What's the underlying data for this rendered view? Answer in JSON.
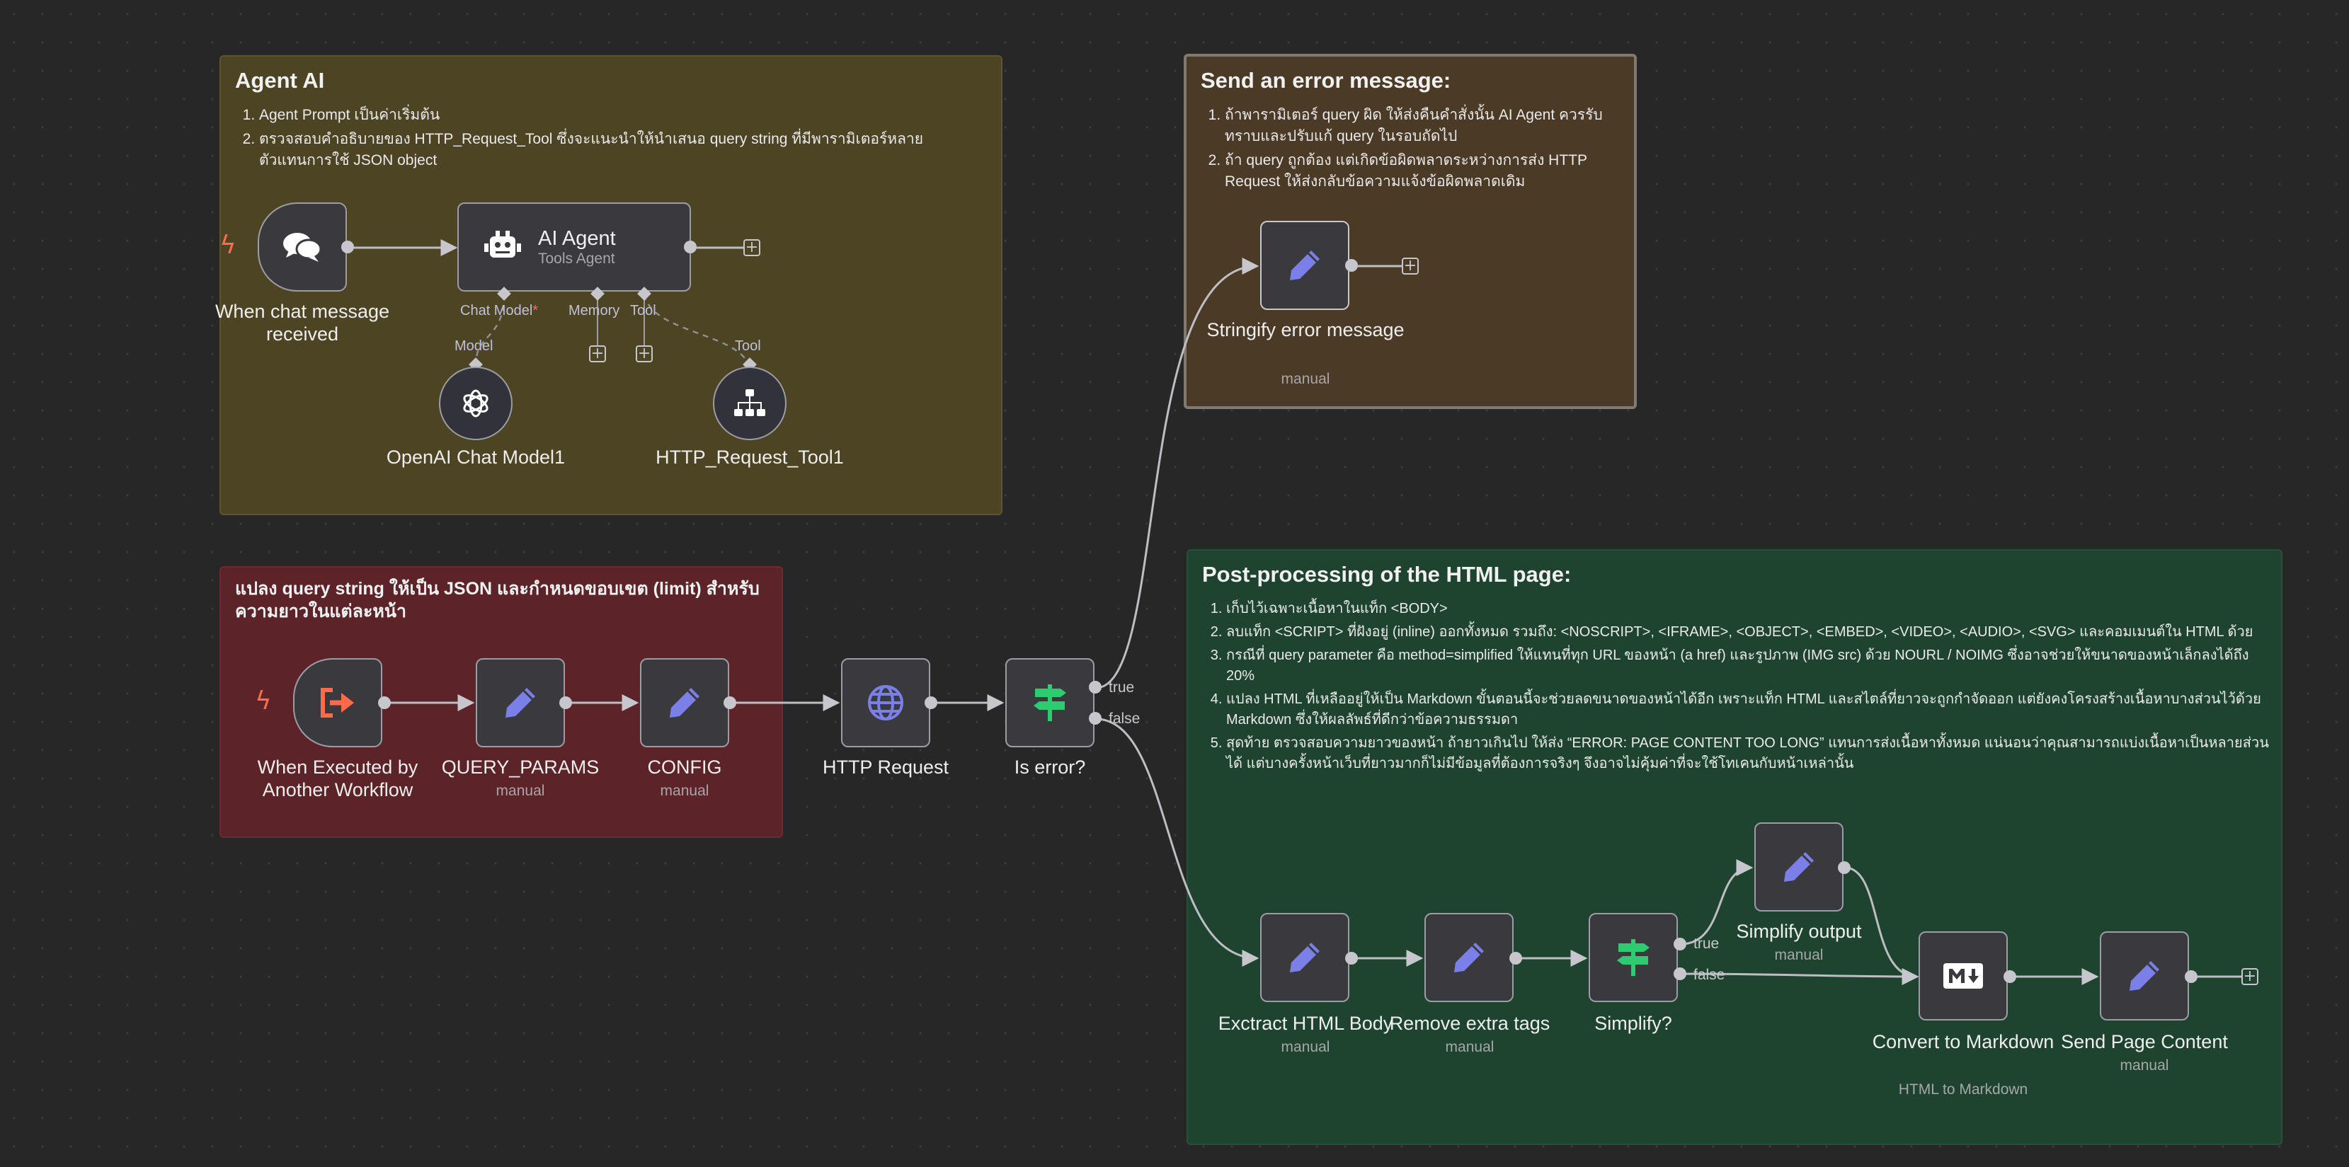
{
  "stickies": {
    "agent": {
      "title": "Agent AI",
      "items": [
        "Agent Prompt เป็นค่าเริ่มต้น",
        "ตรวจสอบคำอธิบายของ HTTP_Request_Tool ซึ่งจะแนะนำให้นำเสนอ query string ที่มีพารามิเตอร์หลายตัวแทนการใช้ JSON object"
      ]
    },
    "error": {
      "title": "Send an error message:",
      "items": [
        "ถ้าพารามิเตอร์ query ผิด ให้ส่งคืนคำสั่งนั้น AI Agent ควรรับทราบและปรับแก้ query ในรอบถัดไป",
        "ถ้า query ถูกต้อง แต่เกิดข้อผิดพลาดระหว่างการส่ง HTTP Request ให้ส่งกลับข้อความแจ้งข้อผิดพลาดเดิม"
      ]
    },
    "query": {
      "title": "แปลง query string ให้เป็น JSON และกำหนดขอบเขต (limit) สำหรับความยาวในแต่ละหน้า"
    },
    "post": {
      "title": "Post-processing of the HTML page:",
      "items": [
        "เก็บไว้เฉพาะเนื้อหาในแท็ก <BODY>",
        "ลบแท็ก <SCRIPT> ที่ฝังอยู่ (inline) ออกทั้งหมด รวมถึง: <NOSCRIPT>, <IFRAME>, <OBJECT>, <EMBED>, <VIDEO>, <AUDIO>, <SVG> และคอมเมนต์ใน HTML ด้วย",
        "กรณีที่ query parameter คือ method=simplified ให้แทนที่ทุก URL ของหน้า (a href) และรูปภาพ (IMG src) ด้วย NOURL / NOIMG ซึ่งอาจช่วยให้ขนาดของหน้าเล็กลงได้ถึง 20%",
        "แปลง HTML ที่เหลืออยู่ให้เป็น Markdown ขั้นตอนนี้จะช่วยลดขนาดของหน้าได้อีก เพราะแท็ก HTML และสไตล์ที่ยาวจะถูกกำจัดออก แต่ยังคงโครงสร้างเนื้อหาบางส่วนไว้ด้วย Markdown ซึ่งให้ผลลัพธ์ที่ดีกว่าข้อความธรรมดา",
        "สุดท้าย ตรวจสอบความยาวของหน้า ถ้ายาวเกินไป ให้ส่ง “ERROR: PAGE CONTENT TOO LONG” แทนการส่งเนื้อหาทั้งหมด แน่นอนว่าคุณสามารถแบ่งเนื้อหาเป็นหลายส่วนได้ แต่บางครั้งหน้าเว็บที่ยาวมากก็ไม่มีข้อมูลที่ต้องการจริงๆ จึงอาจไม่คุ้มค่าที่จะใช้โทเคนกับหน้าเหล่านั้น"
      ]
    }
  },
  "nodes": {
    "chat_trigger": {
      "label": "When chat message received",
      "icon": "chat-bubbles-icon"
    },
    "ai_agent": {
      "label": "AI Agent",
      "sub": "Tools Agent",
      "icon": "robot-icon"
    },
    "openai": {
      "label": "OpenAI Chat Model1",
      "icon": "openai-icon"
    },
    "http_tool": {
      "label": "HTTP_Request_Tool1",
      "icon": "sitemap-icon"
    },
    "exec_trigger": {
      "label": "When Executed by Another Workflow",
      "icon": "sign-in-icon"
    },
    "query_params": {
      "label": "QUERY_PARAMS",
      "sub": "manual",
      "icon": "pencil-icon"
    },
    "config": {
      "label": "CONFIG",
      "sub": "manual",
      "icon": "pencil-icon"
    },
    "http_request": {
      "label": "HTTP Request",
      "icon": "globe-icon"
    },
    "is_error": {
      "label": "Is error?",
      "icon": "signpost-icon"
    },
    "stringify_error": {
      "label": "Stringify error message",
      "sub": "manual",
      "icon": "pencil-icon"
    },
    "extract_body": {
      "label": "Exctract HTML Body",
      "sub": "manual",
      "icon": "pencil-icon"
    },
    "remove_tags": {
      "label": "Remove extra tags",
      "sub": "manual",
      "icon": "pencil-icon"
    },
    "simplify_if": {
      "label": "Simplify?",
      "icon": "signpost-icon"
    },
    "simplify_output": {
      "label": "Simplify output",
      "sub": "manual",
      "icon": "pencil-icon"
    },
    "convert_md": {
      "label": "Convert to Markdown",
      "sub": "HTML to Markdown",
      "icon": "markdown-icon"
    },
    "send_page": {
      "label": "Send Page Content",
      "sub": "manual",
      "icon": "pencil-icon"
    }
  },
  "sub_inputs": {
    "chat_model": "Chat Model",
    "required_mark": "*",
    "memory": "Memory",
    "tool": "Tool",
    "model": "Model",
    "tool2": "Tool"
  },
  "edge_labels": {
    "true": "true",
    "false": "false"
  },
  "colors": {
    "canvas": "#272727",
    "sticky_yellow": "#4d4424",
    "sticky_brown": "#4a3a26",
    "sticky_red": "#5c2328",
    "sticky_green": "#1e4430",
    "pencil": "#7b7fe8",
    "trigger_bolt": "#ff6b4a",
    "if_green": "#2ecc71"
  }
}
